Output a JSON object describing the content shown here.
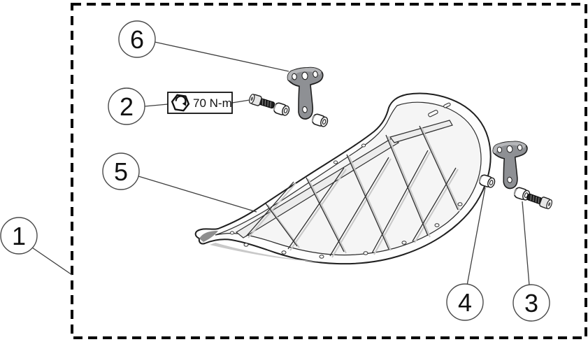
{
  "diagram": {
    "kind": "exploded-parts-diagram",
    "colors": {
      "background": "#ffffff",
      "border": "#000000",
      "leader_line": "#3f3f3f",
      "part_outline": "#1f1f1f",
      "bracket_fill": "#8e9094",
      "part_fill": "#fdfdfd"
    },
    "callouts": {
      "c1": {
        "label": "1"
      },
      "c2": {
        "label": "2"
      },
      "c3": {
        "label": "3"
      },
      "c4": {
        "label": "4"
      },
      "c5": {
        "label": "5"
      },
      "c6": {
        "label": "6"
      }
    },
    "torque_label": {
      "text": "70 N-m",
      "icon": "hex-bolt-clockwise-torque-arrow-icon"
    }
  }
}
